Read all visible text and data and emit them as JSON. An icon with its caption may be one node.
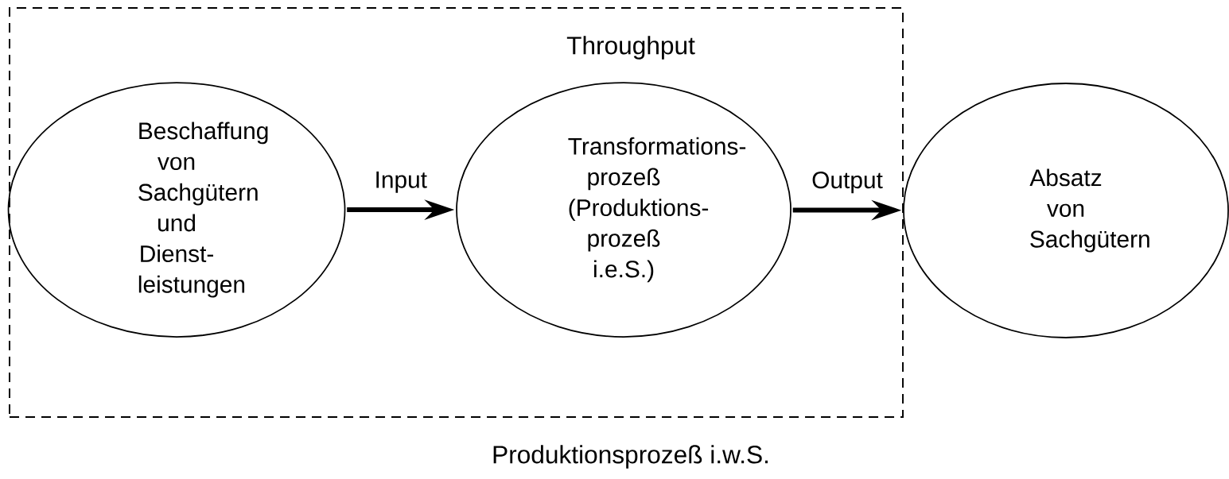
{
  "diagram": {
    "nodes": [
      {
        "text": [
          "Throughput"
        ],
        "beside": [
          "Produktionsprozeß i.w.S."
        ]
      },
      {
        "text": [
          "Beschaffung von Sachgütern und Dienst- leistungen"
        ],
        "in": 0
      },
      {
        "text": [
          "Transformations- prozeß (Produktions- prozeß i.e.S.)"
        ],
        "in": 0
      },
      {
        "text": [
          "Absatz von Sachgütern"
        ]
      }
    ],
    "edges": [
      {
        "from": 1,
        "to": 2,
        "arrow": "to",
        "label": "Input"
      },
      {
        "from": 2,
        "to": 3,
        "arrow": "to",
        "label": "Output"
      }
    ]
  }
}
